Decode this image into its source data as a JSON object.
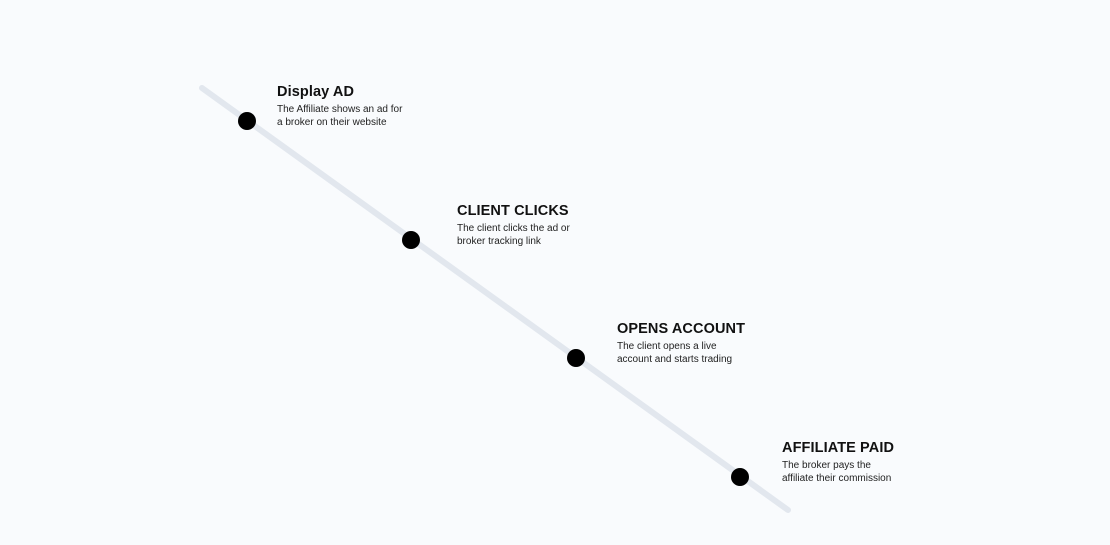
{
  "colors": {
    "background": "#f9fbfd",
    "connector_line": "#e2e7ee",
    "dot": "#000000",
    "title_text": "#111111",
    "description_text": "#222222"
  },
  "steps": [
    {
      "title": "Display AD",
      "description": "The Affiliate shows an ad for\na broker on their website"
    },
    {
      "title": "CLIENT CLICKS",
      "description": "The client clicks the ad or\nbroker tracking link"
    },
    {
      "title": "OPENS ACCOUNT",
      "description": "The client opens a live\naccount and starts trading"
    },
    {
      "title": "AFFILIATE PAID",
      "description": "The broker pays the\naffiliate their commission"
    }
  ]
}
